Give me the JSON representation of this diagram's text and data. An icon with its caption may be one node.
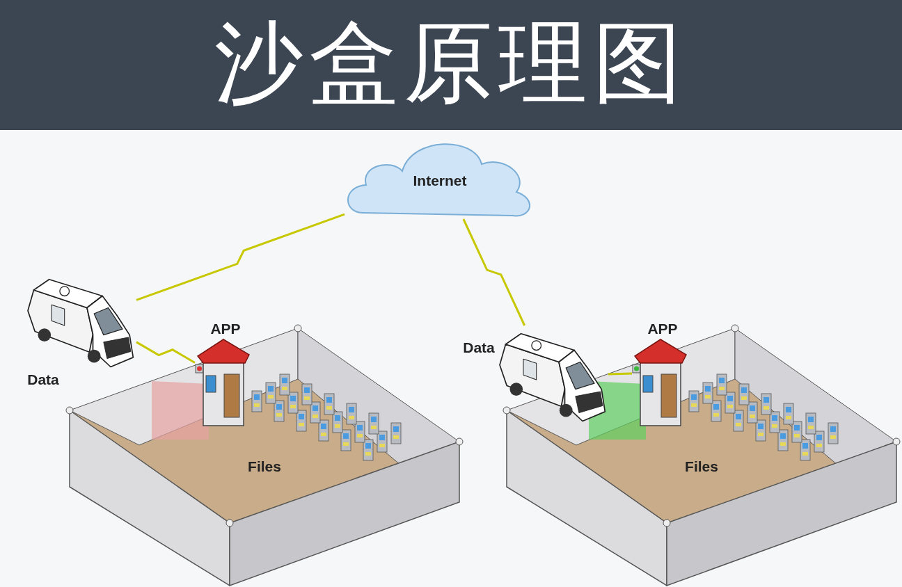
{
  "diagram": {
    "title": "沙盒原理图",
    "nodes": [
      {
        "text": [
          "Internet"
        ]
      },
      {
        "text": [],
        "shape": "picture",
        "beside": [
          "Data"
        ]
      },
      {
        "text": [
          "Files"
        ]
      },
      {
        "text": [
          "APP"
        ],
        "in": 2
      },
      {
        "text": [],
        "shape": "picture",
        "beside": [
          "Data"
        ]
      },
      {
        "text": [
          "Files"
        ]
      },
      {
        "text": [
          "APP"
        ],
        "in": 5
      }
    ],
    "edges": [
      {
        "from": 1,
        "to": 0,
        "arrow": "none"
      },
      {
        "from": 1,
        "to": 3,
        "arrow": "none"
      },
      {
        "from": 0,
        "to": 4,
        "arrow": "none"
      },
      {
        "from": 4,
        "to": 6,
        "arrow": "none"
      }
    ]
  }
}
